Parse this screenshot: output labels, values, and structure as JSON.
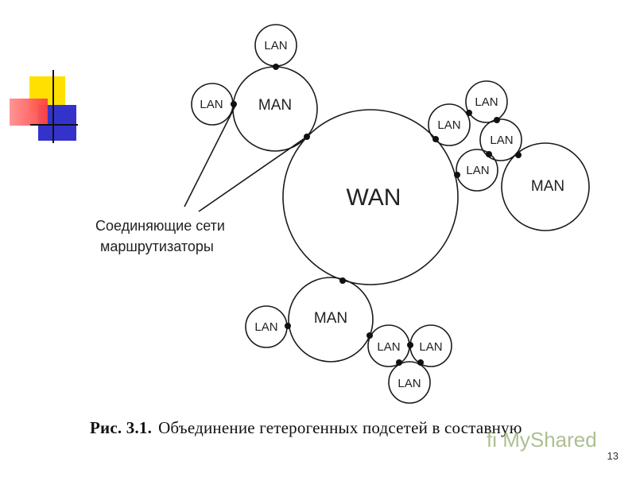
{
  "diagram": {
    "wan_label": "WAN",
    "man_label": "MAN",
    "lan_label": "LAN",
    "annotation": [
      "Соединяющие сети",
      "маршрутизаторы"
    ]
  },
  "caption": {
    "figure_number": "Рис. 3.1.",
    "text": "Объединение гетерогенных подсетей в составную"
  },
  "page_number": "13",
  "watermark": "fi MyShared",
  "colors": {
    "yellow": "#ffe000",
    "red": "#ff5050",
    "blue": "#3333cc",
    "line": "#1a1a1a"
  }
}
